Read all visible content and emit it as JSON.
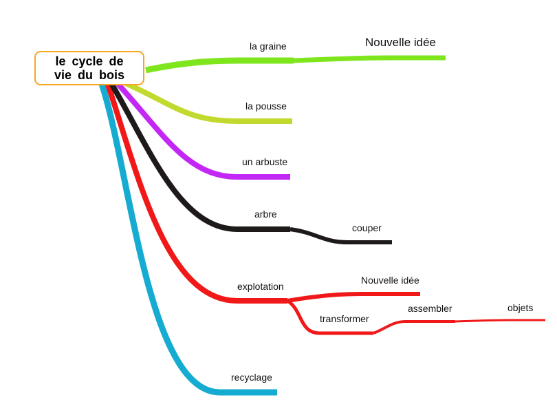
{
  "central_topic": "le cycle de vie du bois",
  "branches": {
    "graine": {
      "label": "la graine",
      "color": "#7fe61e"
    },
    "nouvelle1": {
      "label": "Nouvelle idée"
    },
    "pousse": {
      "label": "la pousse",
      "color": "#c2d92e"
    },
    "arbuste": {
      "label": "un arbuste",
      "color": "#c327f5"
    },
    "arbre": {
      "label": "arbre",
      "color": "#1e1a1a"
    },
    "couper": {
      "label": "couper"
    },
    "explotation": {
      "label": "explotation",
      "color": "#f01818"
    },
    "nouvelle2": {
      "label": "Nouvelle idée"
    },
    "transformer": {
      "label": "transformer"
    },
    "assembler": {
      "label": "assembler"
    },
    "objets": {
      "label": "objets"
    },
    "recyclage": {
      "label": "recyclage",
      "color": "#16acd1"
    }
  }
}
